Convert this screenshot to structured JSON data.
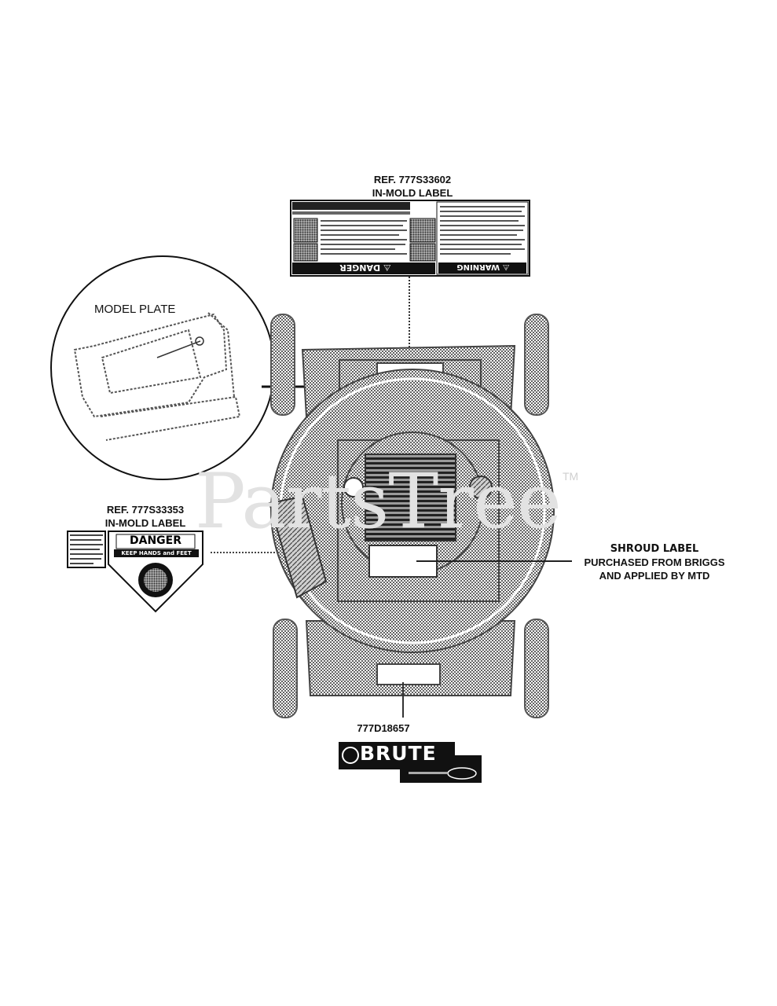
{
  "labels": {
    "top_ref": "REF. 777S33602",
    "top_sub": "IN-MOLD LABEL",
    "left_ref": "REF. 777S33353",
    "left_sub": "IN-MOLD LABEL",
    "model_plate": "MODEL PLATE",
    "shroud_title": "SHROUD LABEL",
    "shroud_line2": "PURCHASED FROM BRIGGS",
    "shroud_line3": "AND APPLIED BY MTD",
    "bottom_part": "777D18657"
  },
  "danger_label": {
    "title": "DANGER",
    "subtitle": "KEEP HANDS and FEET AWAY"
  },
  "top_label": {
    "danger_word": "⚠ DANGER",
    "warning_word": "⚠ WARNING"
  },
  "brute_logo": {
    "word": "BRUTE"
  },
  "watermark": {
    "text": "PartsTree",
    "tm": "TM"
  },
  "colors": {
    "ink": "#111111",
    "screen": "#8a8a8a",
    "watermark": "#e2e2e2"
  }
}
